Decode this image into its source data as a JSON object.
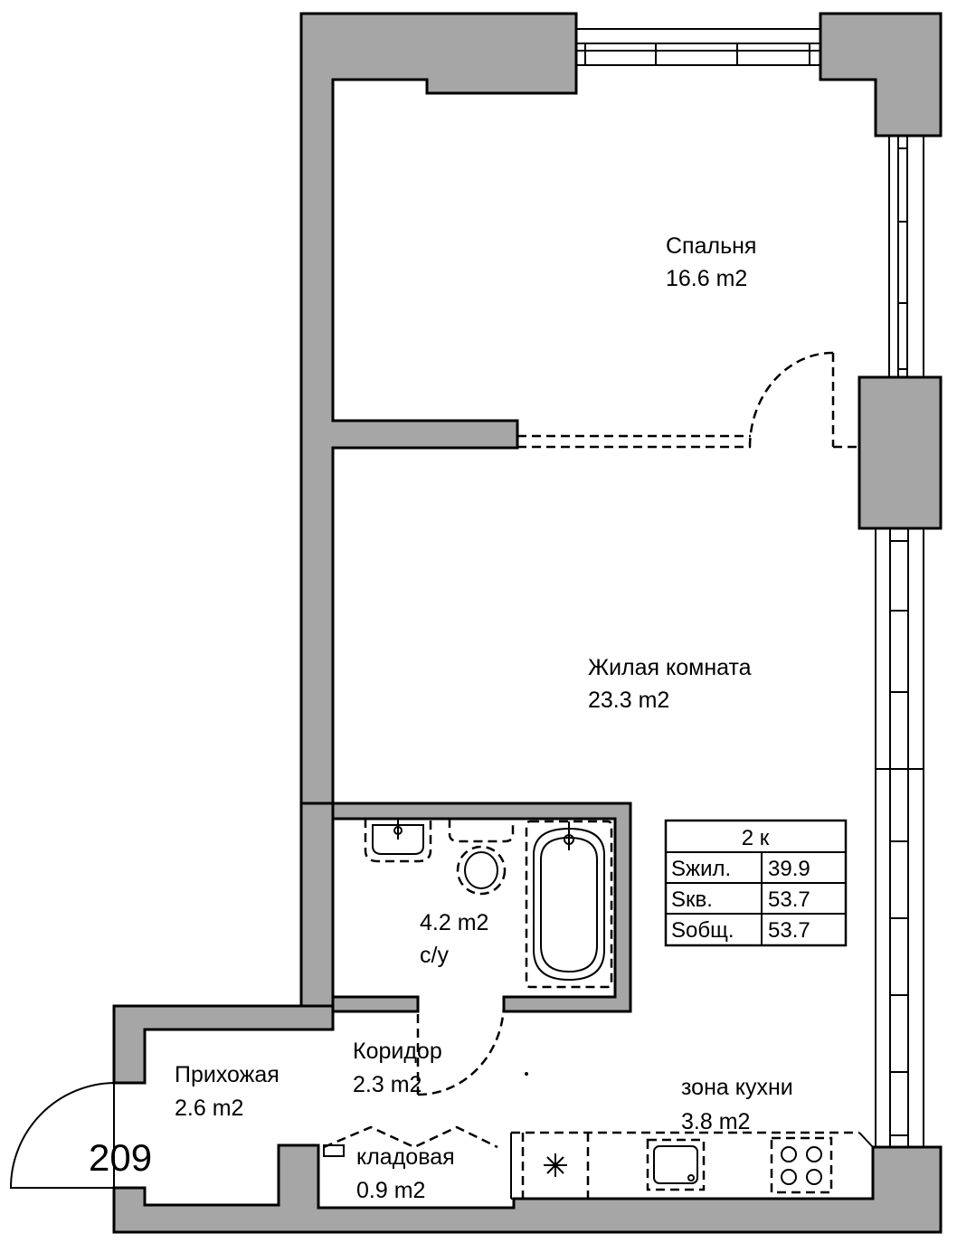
{
  "apartment_number": "209",
  "rooms": {
    "bedroom": {
      "name": "Спальня",
      "area": "16.6 m2"
    },
    "living_room": {
      "name": "Жилая комната",
      "area": "23.3 m2"
    },
    "bathroom": {
      "area": "4.2 m2",
      "name": "с/у"
    },
    "corridor": {
      "name": "Коридор",
      "area": "2.3 m2"
    },
    "hallway": {
      "name": "Прихожая",
      "area": "2.6 m2"
    },
    "storage": {
      "name": "кладовая",
      "area": "0.9 m2"
    },
    "kitchen_zone": {
      "name": "зона кухни",
      "area": "3.8 m2"
    }
  },
  "summary_table": {
    "header": "2 к",
    "rows": [
      {
        "label": "Sжил.",
        "value": "39.9"
      },
      {
        "label": "Sкв.",
        "value": "53.7"
      },
      {
        "label": "Sобщ.",
        "value": "53.7"
      }
    ]
  },
  "icons": {
    "fridge": "snowflake-icon",
    "sink": "kitchen-sink-icon",
    "stove": "stove-icon"
  },
  "colors": {
    "wall_fill": "#a6a6a6",
    "line": "#000000",
    "background": "#ffffff"
  }
}
